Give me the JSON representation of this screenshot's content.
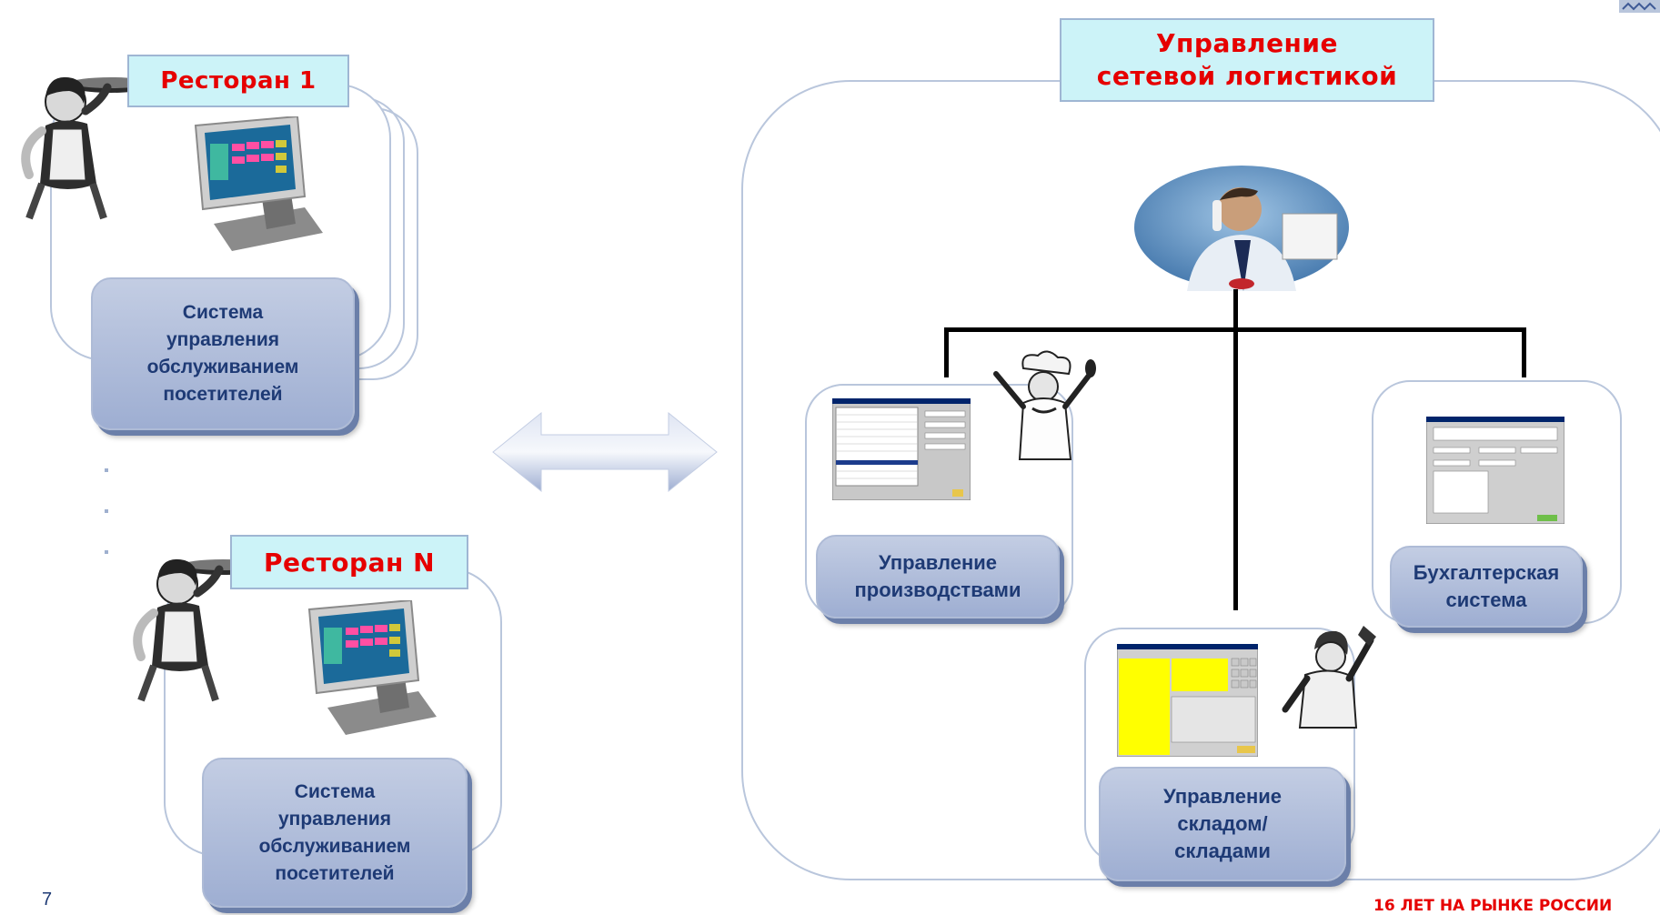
{
  "restaurant_1": {
    "title": "Ресторан 1",
    "system_label": "Система\nуправления\nобслуживанием\nпосетителей"
  },
  "restaurant_n": {
    "title": "Ресторан N",
    "system_label": "Система\nуправления\nобслуживанием\nпосетителей"
  },
  "ellipsis_dots": [
    "·",
    "·",
    "·"
  ],
  "network": {
    "title": "Управление\nсетевой логистикой",
    "production_label": "Управление\nпроизводствами",
    "accounting_label": "Бухгалтерская\nсистема",
    "warehouse_label": "Управление\nскладом/\nскладами"
  },
  "footer": {
    "page_number": "7",
    "slogan": "16 ЛЕТ НА РЫНКЕ РОССИИ"
  },
  "colors": {
    "title_red": "#e60000",
    "box_blue": "#9eaed2",
    "title_bg": "#ccf3f8",
    "frame_stroke": "#b9c6dc"
  }
}
